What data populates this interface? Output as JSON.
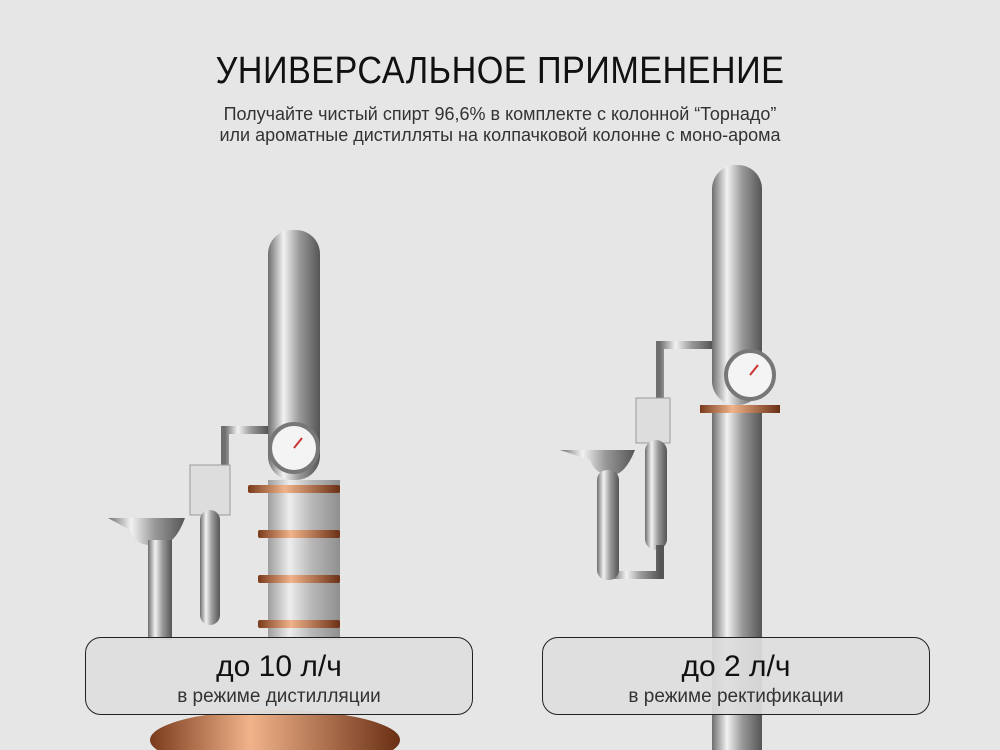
{
  "header": {
    "title": "УНИВЕРСАЛЬНОЕ ПРИМЕНЕНИЕ",
    "subtitle_line1": "Получайте чистый спирт 96,6% в комплекте с колонной “Торнадо”",
    "subtitle_line2": "или ароматные дистилляты на колпачковой колонне с моно-арома"
  },
  "cards": [
    {
      "value": "до 10 л/ч",
      "caption": "в режиме дистилляции"
    },
    {
      "value": "до 2 л/ч",
      "caption": "в режиме ректификации"
    }
  ],
  "colors": {
    "background": "#e6e6e6",
    "steel": "#b8b8b8",
    "copper": "#c8784a"
  }
}
